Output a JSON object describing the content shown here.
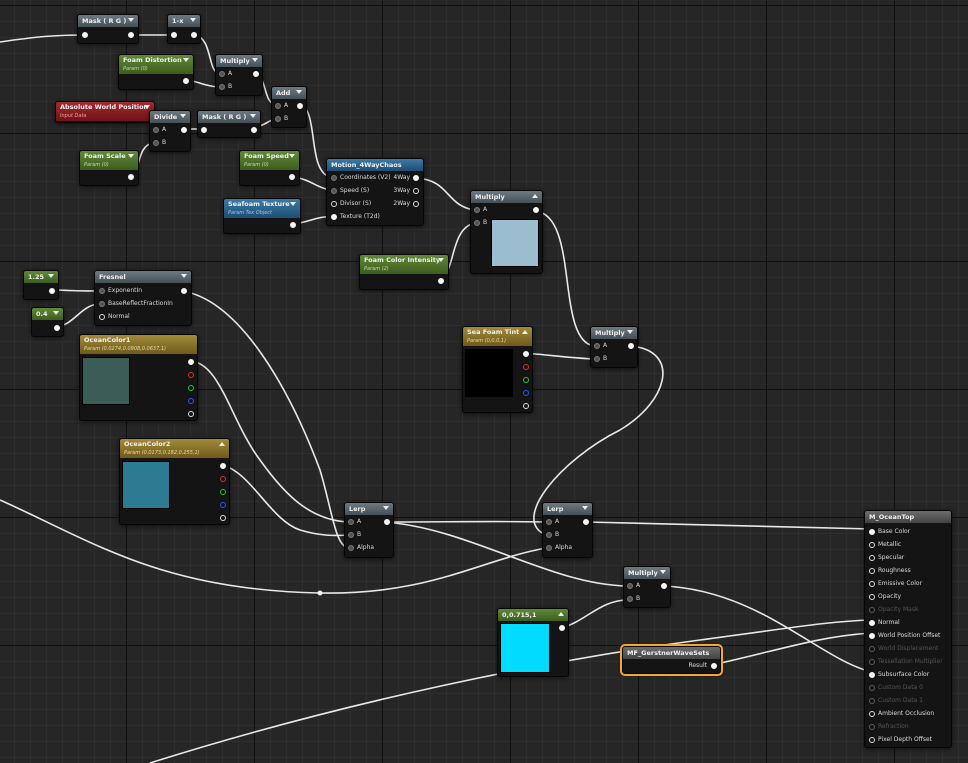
{
  "nodes": {
    "mask_rg_1": {
      "title": "Mask ( R G )"
    },
    "one_minus_x": {
      "title": "1-x"
    },
    "multiply_1": {
      "title": "Multiply",
      "pin_a": "A",
      "pin_b": "B"
    },
    "foam_distortion": {
      "title": "Foam Distortion",
      "subtitle": "Param (0)"
    },
    "add": {
      "title": "Add",
      "pin_a": "A",
      "pin_b": "B"
    },
    "absolute_world_position": {
      "title": "Absolute World Position",
      "subtitle": "Input Data"
    },
    "divide": {
      "title": "Divide",
      "pin_a": "A",
      "pin_b": "B"
    },
    "mask_rg_2": {
      "title": "Mask ( R G )"
    },
    "foam_scale": {
      "title": "Foam Scale",
      "subtitle": "Param (0)"
    },
    "foam_speed": {
      "title": "Foam Speed",
      "subtitle": "Param (0)"
    },
    "motion_4waychaos": {
      "title": "Motion_4WayChaos",
      "inputs": [
        "Coordinates (V2)",
        "Speed (S)",
        "Divisor (S)",
        "Texture (T2d)"
      ],
      "outputs": [
        "4Way",
        "3Way",
        "2Way"
      ]
    },
    "seafoam_texture": {
      "title": "Seafoam Texture",
      "subtitle": "Param Tex Object"
    },
    "multiply_2": {
      "title": "Multiply",
      "pin_a": "A",
      "pin_b": "B",
      "preview_color": "#9cbdcf"
    },
    "foam_color_intensity": {
      "title": "Foam Color Intensity",
      "subtitle": "Param (2)"
    },
    "const_125": {
      "title": "1.25"
    },
    "const_04": {
      "title": "0.4"
    },
    "fresnel": {
      "title": "Fresnel",
      "inputs": [
        "ExponentIn",
        "BaseReflectFractionIn",
        "Normal"
      ]
    },
    "sea_foam_tint": {
      "title": "Sea Foam Tint",
      "subtitle": "Param (0,0,0,1)",
      "preview_color": "#000000"
    },
    "multiply_3": {
      "title": "Multiply",
      "pin_a": "A",
      "pin_b": "B"
    },
    "ocean_color_1": {
      "title": "OceanColor1",
      "subtitle": "Param (0.0274,0.0908,0.0637,1)",
      "preview_color": "#3c5d56"
    },
    "ocean_color_2": {
      "title": "OceanColor2",
      "subtitle": "Param (0.0173,0.182,0.255,1)",
      "preview_color": "#2d7b92"
    },
    "lerp_1": {
      "title": "Lerp",
      "pin_a": "A",
      "pin_b": "B",
      "pin_alpha": "Alpha"
    },
    "lerp_2": {
      "title": "Lerp",
      "pin_a": "A",
      "pin_b": "B",
      "pin_alpha": "Alpha"
    },
    "multiply_4": {
      "title": "Multiply",
      "pin_a": "A",
      "pin_b": "B"
    },
    "const_vec3": {
      "title": "0,0.715,1",
      "preview_color": "#00dcff"
    },
    "mf_gerstner": {
      "title": "MF_GerstnerWaveSets",
      "output": "Result"
    },
    "m_oceantop": {
      "title": "M_OceanTop",
      "inputs": [
        {
          "label": "Base Color",
          "active": true
        },
        {
          "label": "Metallic",
          "active": true
        },
        {
          "label": "Specular",
          "active": true
        },
        {
          "label": "Roughness",
          "active": true
        },
        {
          "label": "Emissive Color",
          "active": true
        },
        {
          "label": "Opacity",
          "active": true
        },
        {
          "label": "Opacity Mask",
          "active": false
        },
        {
          "label": "Normal",
          "active": true
        },
        {
          "label": "World Position Offset",
          "active": true
        },
        {
          "label": "World Displacement",
          "active": false
        },
        {
          "label": "Tessellation Multiplier",
          "active": false
        },
        {
          "label": "Subsurface Color",
          "active": true
        },
        {
          "label": "Custom Data 0",
          "active": false
        },
        {
          "label": "Custom Data 1",
          "active": false
        },
        {
          "label": "Ambient Occlusion",
          "active": true
        },
        {
          "label": "Refraction",
          "active": false
        },
        {
          "label": "Pixel Depth Offset",
          "active": true
        }
      ]
    }
  },
  "colors": {
    "canvas_background": "#262626",
    "wire": "#e8e8e8",
    "selection_outline": "#f7a534"
  }
}
